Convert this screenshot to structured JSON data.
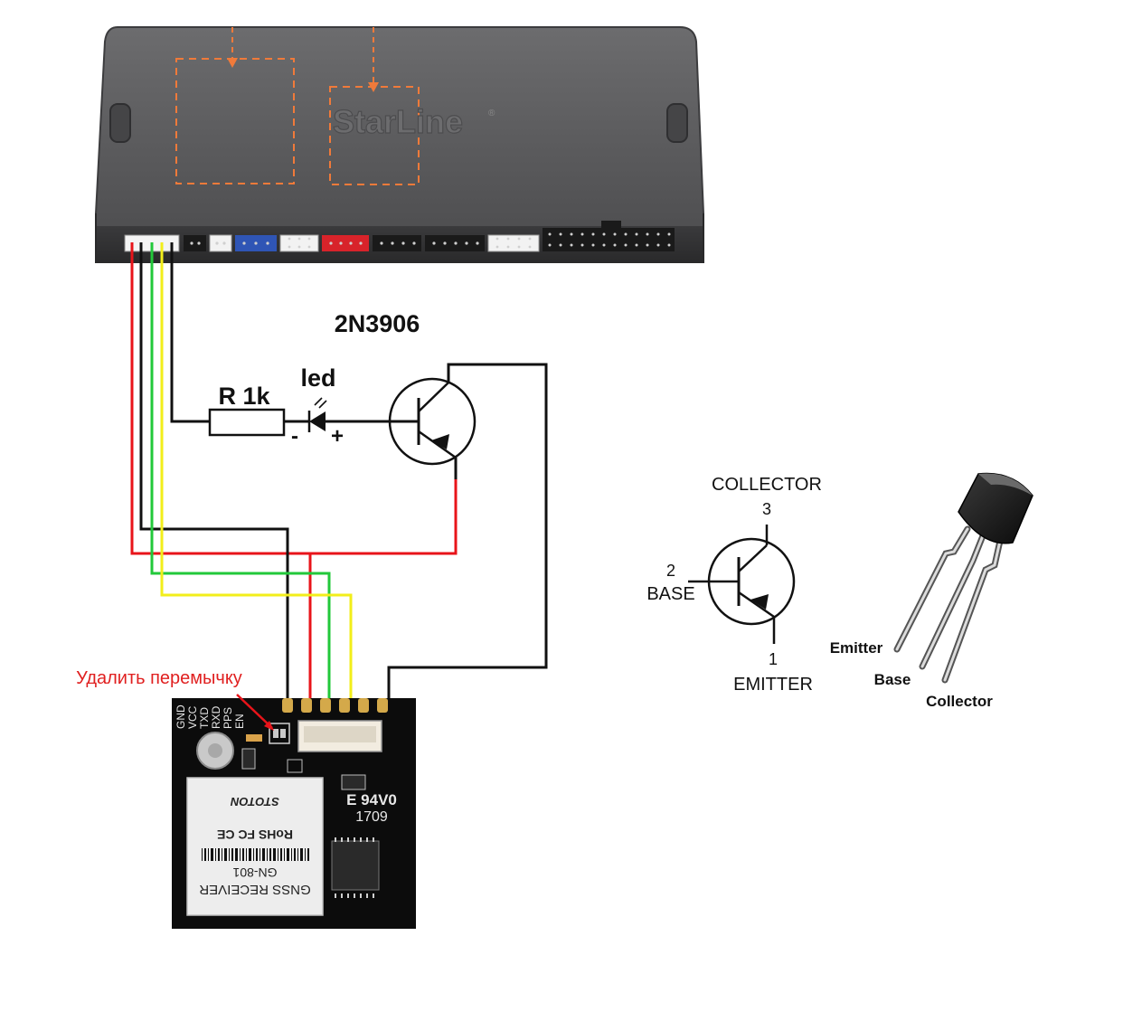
{
  "unit": {
    "brand": "StarLine",
    "brand_mark": "®"
  },
  "circuit": {
    "transistor_model": "2N3906",
    "resistor_label": "R 1k",
    "led_label": "led",
    "led_minus": "-",
    "led_plus": "+"
  },
  "gps_module": {
    "jumper_note": "Удалить перемычку",
    "pins": [
      "GND",
      "VCC",
      "TXD",
      "RXD",
      "PPS",
      "EN"
    ],
    "board_mark": "E 94V0",
    "board_code": "1709",
    "receiver_name": "GNSS RECEIVER",
    "model": "GN-801",
    "cert_marks": "RoHS  FC  CE",
    "maker": "STOTON"
  },
  "pinout": {
    "collector_label": "COLLECTOR",
    "collector_num": "3",
    "base_num": "2",
    "base_label": "BASE",
    "emitter_num": "1",
    "emitter_label": "EMITTER"
  },
  "package": {
    "emitter": "Emitter",
    "base": "Base",
    "collector": "Collector"
  },
  "colors": {
    "wire_red": "#e8141a",
    "wire_black": "#111111",
    "wire_green": "#22c83a",
    "wire_yellow": "#f2ee1a",
    "jumper_note": "#e02020",
    "housing": "#5a5a5c",
    "pcb": "#0c0c0c"
  }
}
